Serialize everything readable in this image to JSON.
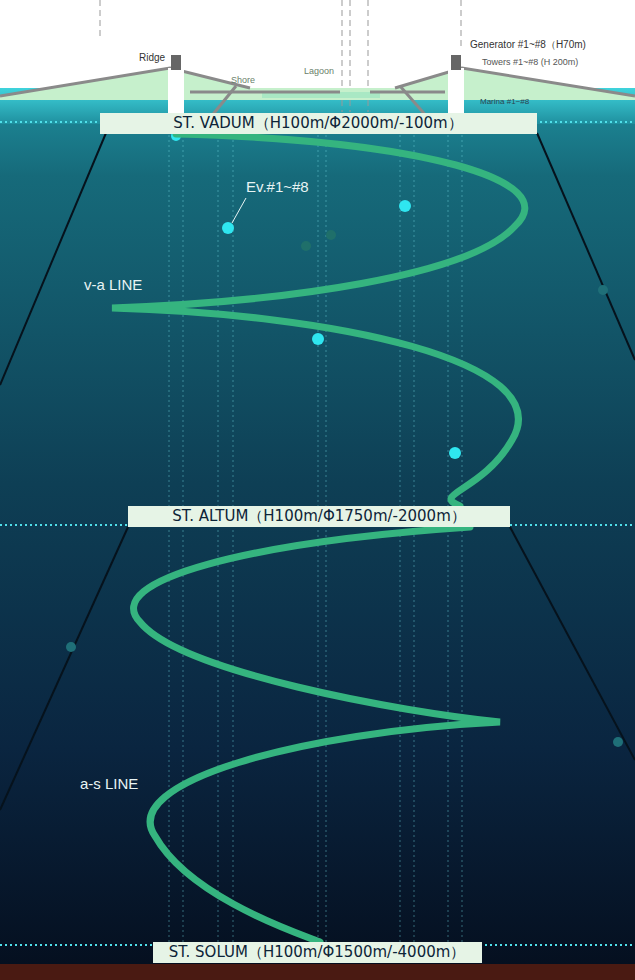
{
  "diagram": {
    "nodes": [
      {
        "text": [
          "ST. VADUM（H100m/Φ2000m/-100m）"
        ]
      },
      {
        "text": [
          "ST. ALTUM（H100m/Φ1750m/-2000m）"
        ]
      },
      {
        "text": [
          "ST. SOLUM（H100m/Φ1500m/-4000m）"
        ]
      }
    ],
    "edges": [
      {
        "from": 0,
        "to": 1,
        "label": "v-a LINE",
        "arrow": "none"
      },
      {
        "from": 1,
        "to": 2,
        "label": "a-s LINE",
        "arrow": "none"
      }
    ],
    "labels": [
      "Ridge",
      "Shore",
      "Lagoon",
      "Generator #1~#8（H70m)",
      "Towers #1~#8 (H 200m)",
      "Marina #1~#8",
      "Ev.#1~#8"
    ]
  }
}
